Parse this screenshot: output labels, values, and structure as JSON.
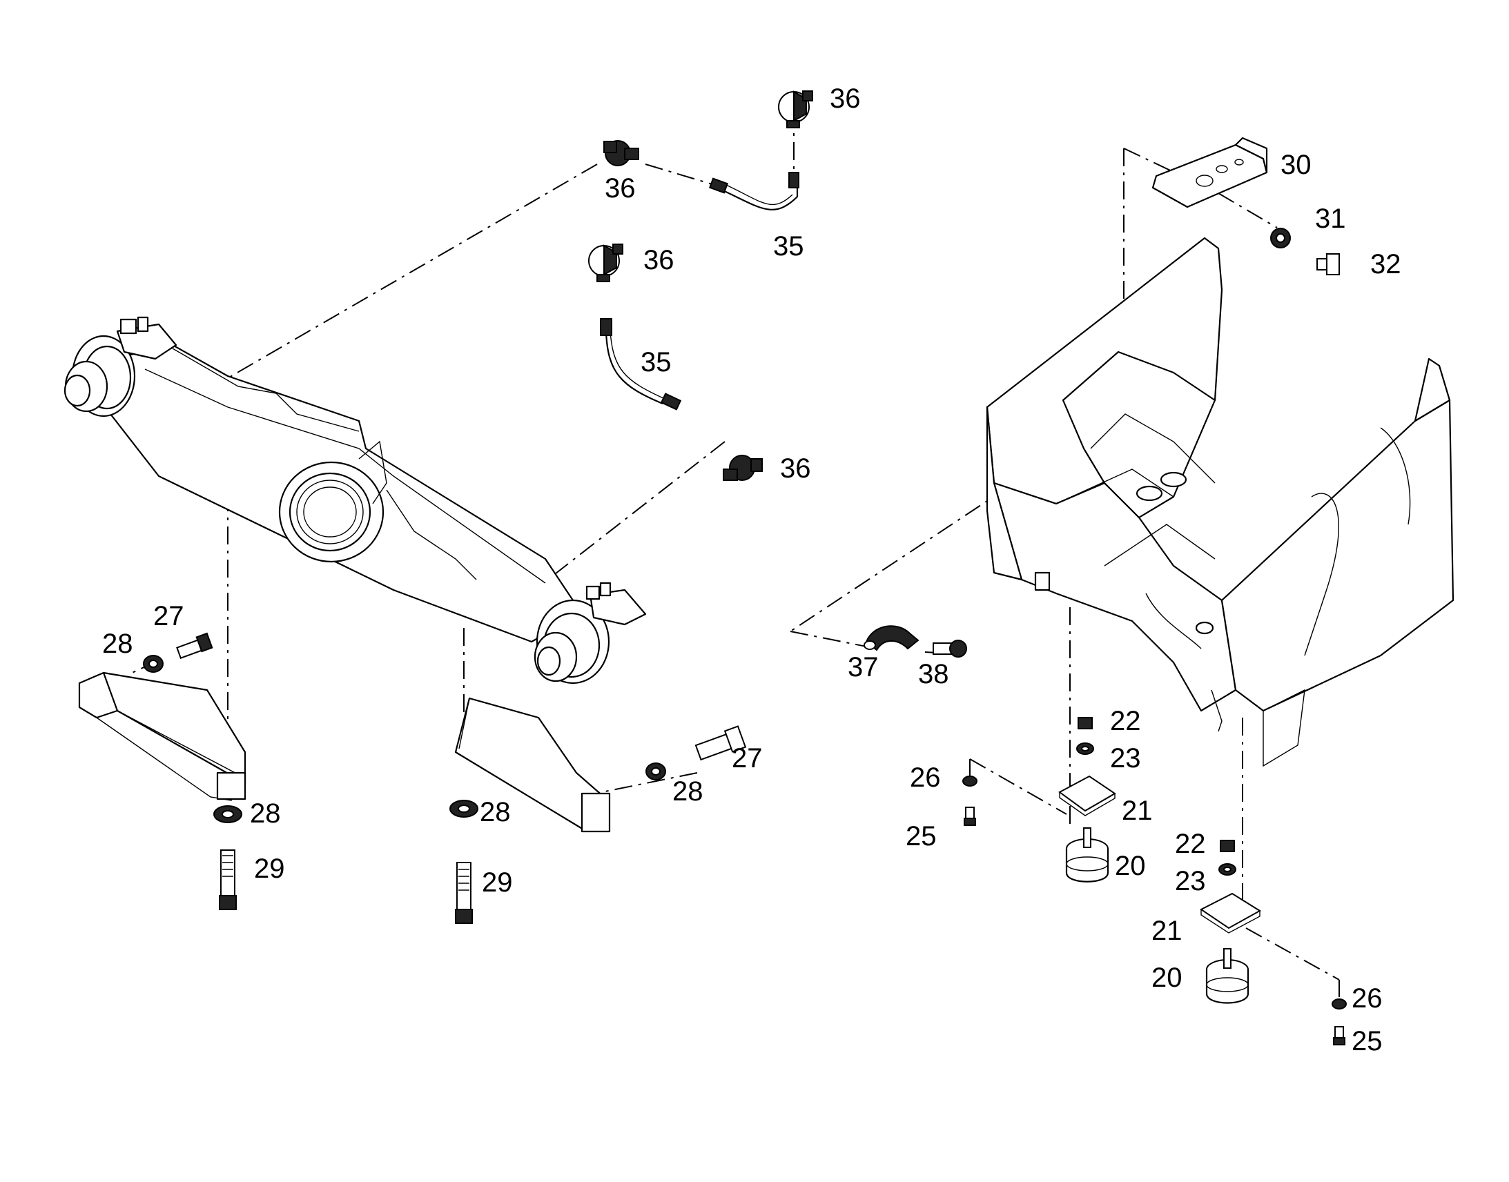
{
  "callouts": {
    "c36a": "36",
    "c36b": "36",
    "c36c": "36",
    "c36d": "36",
    "c35a": "35",
    "c35b": "35",
    "c30": "30",
    "c31": "31",
    "c32": "32",
    "c27a": "27",
    "c28a": "28",
    "c28b": "28",
    "c29a": "29",
    "c27b": "27",
    "c28c": "28",
    "c28d": "28",
    "c29b": "29",
    "c37": "37",
    "c38": "38",
    "c22a": "22",
    "c23a": "23",
    "c26a": "26",
    "c21a": "21",
    "c25a": "25",
    "c20a": "20",
    "c22b": "22",
    "c23b": "23",
    "c21b": "21",
    "c20b": "20",
    "c26b": "26",
    "c25b": "25"
  },
  "colors": {
    "line": "#000000",
    "fill": "#ffffff",
    "hardware": "#222222"
  }
}
